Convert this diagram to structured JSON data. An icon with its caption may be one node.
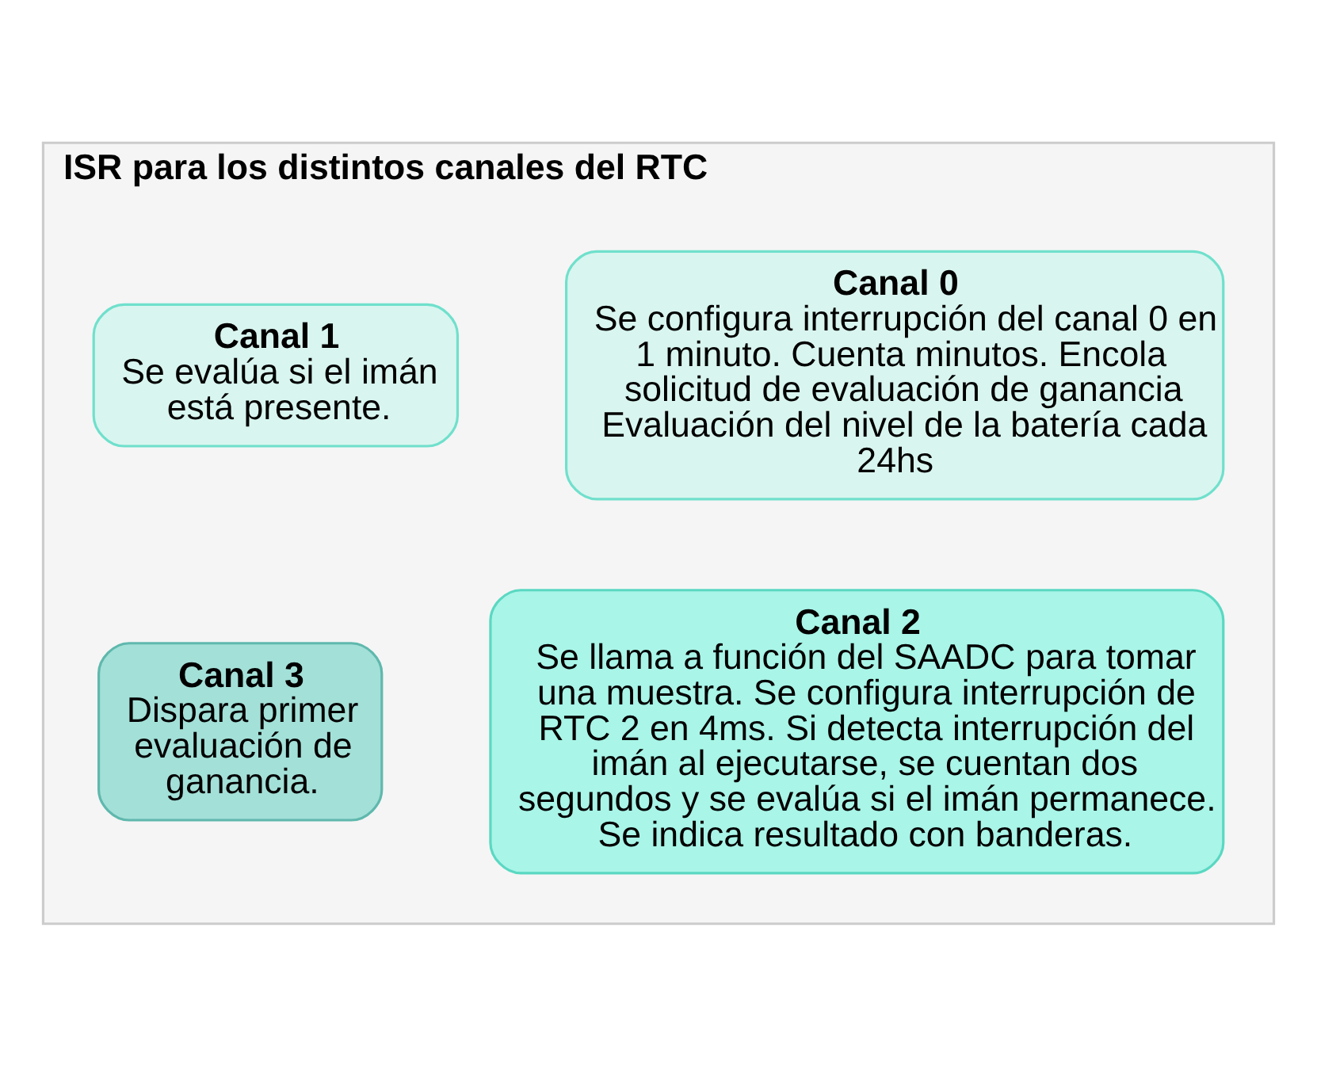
{
  "diagram": {
    "nodes": [
      {
        "text": [
          "ISR para los distintos canales del RTC"
        ]
      },
      {
        "text": [
          "Canal 0",
          "Se configura interrupción del canal 0 en 1 minuto. Cuenta minutos. Encola solicitud de evaluación de ganancia Evaluación del nivel de la batería cada 24hs"
        ],
        "in": 0
      },
      {
        "text": [
          "Canal 1",
          "Se evalúa si el imán está presente."
        ],
        "in": 0
      },
      {
        "text": [
          "Canal 2",
          "Se llama a función del SAADC para tomar una muestra. Se configura interrupción de RTC 2 en 4ms. Si detecta interrupción del imán al ejecutarse, se cuentan dos segundos y se evalúa si el imán permanece. Se indica resultado con banderas."
        ],
        "in": 0
      },
      {
        "text": [
          "Canal 3",
          "Dispara primer evaluación de ganancia."
        ],
        "in": 0
      }
    ],
    "edges": []
  }
}
